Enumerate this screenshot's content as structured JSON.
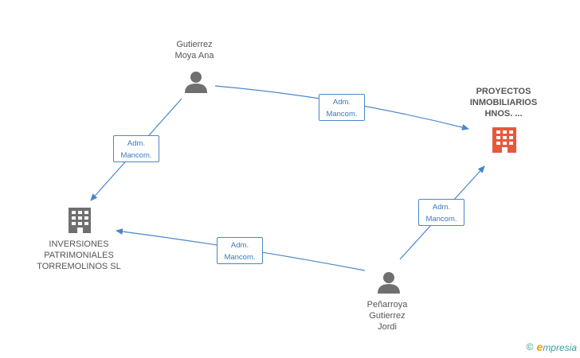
{
  "nodes": {
    "person_top": {
      "label": "Gutierrez\nMoya Ana",
      "icon": "person-icon",
      "color": "#6f6f6f"
    },
    "company_right": {
      "label": "PROYECTOS\nINMOBILIARIOS\nHNOS. ...",
      "icon": "building-icon",
      "color": "#e8583a"
    },
    "company_left": {
      "label": "INVERSIONES\nPATRIMONIALES\nTORREMOLINOS SL",
      "icon": "building-icon",
      "color": "#6f6f6f"
    },
    "person_bottom": {
      "label": "Peñarroya\nGutierrez\nJordi",
      "icon": "person-icon",
      "color": "#6f6f6f"
    }
  },
  "edges": [
    {
      "line1": "Adm.",
      "line2": "Mancom."
    },
    {
      "line1": "Adm.",
      "line2": "Mancom."
    },
    {
      "line1": "Adm.",
      "line2": "Mancom."
    },
    {
      "line1": "Adm.",
      "line2": "Mancom."
    }
  ],
  "edge_color": "#4a86c8",
  "brand": {
    "copyright": "©",
    "first_letter": "e",
    "rest": "mpresia"
  }
}
